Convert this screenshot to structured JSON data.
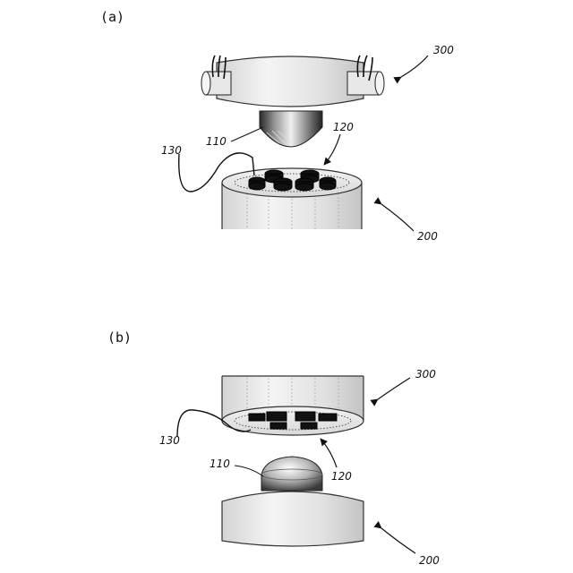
{
  "panels": [
    {
      "label": "(a)",
      "refs": {
        "part_300": "300",
        "part_110": "110",
        "part_120": "120",
        "part_130": "130",
        "part_200": "200"
      }
    },
    {
      "label": "(b)",
      "refs": {
        "part_300": "300",
        "part_130": "130",
        "part_110": "110",
        "part_120": "120",
        "part_200": "200"
      }
    }
  ]
}
